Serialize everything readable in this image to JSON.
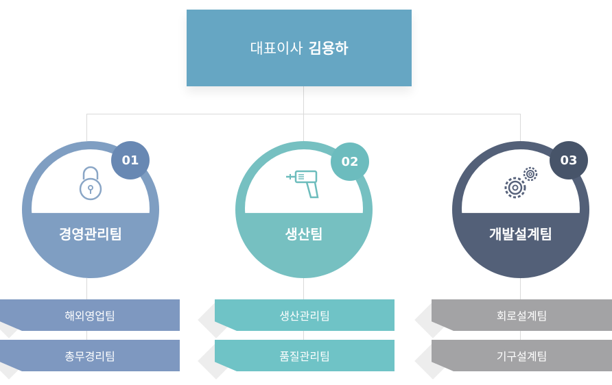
{
  "ceo": {
    "title": "대표이사",
    "name": "김용하"
  },
  "teams": [
    {
      "number": "01",
      "name": "경영관리팀",
      "icon": "padlock-icon",
      "color": "#7f9ec2",
      "subteams": [
        "해외영업팀",
        "총무경리팀"
      ],
      "subcolor": "#7e98c0"
    },
    {
      "number": "02",
      "name": "생산팀",
      "icon": "drill-icon",
      "color": "#76c0c1",
      "subteams": [
        "생산관리팀",
        "품질관리팀"
      ],
      "subcolor": "#6fc3c6"
    },
    {
      "number": "03",
      "name": "개발설계팀",
      "icon": "gears-icon",
      "color": "#536078",
      "subteams": [
        "회로설계팀",
        "기구설계팀"
      ],
      "subcolor": "#a3a3a5"
    }
  ]
}
